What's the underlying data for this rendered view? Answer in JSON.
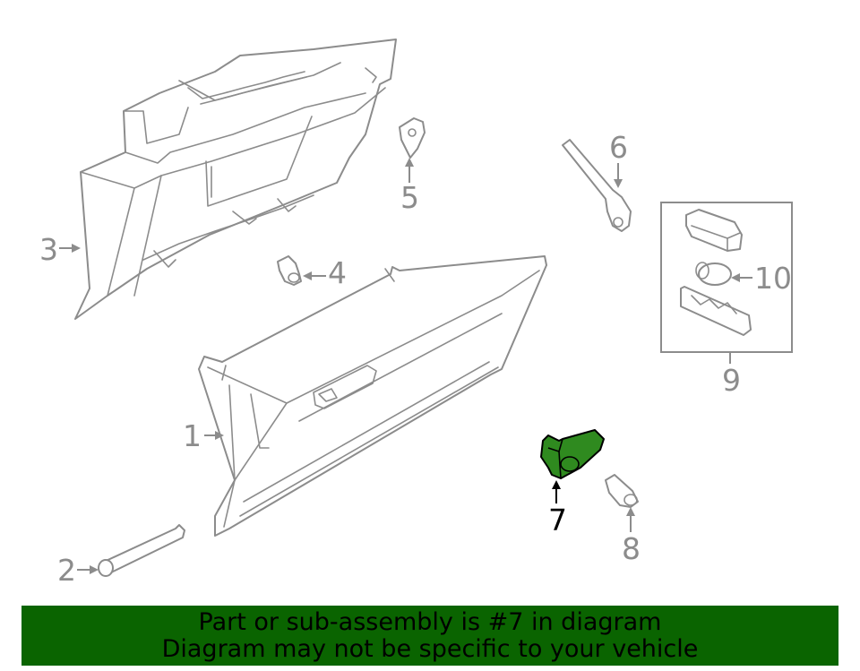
{
  "callouts": [
    "1",
    "2",
    "3",
    "4",
    "5",
    "6",
    "7",
    "8",
    "9",
    "10"
  ],
  "highlighted_callout": "7",
  "colors": {
    "line": "#8c8c8c",
    "highlight_fill": "#2f8a1f",
    "banner_bg": "#0a6400",
    "banner_text": "#000000"
  },
  "banner": {
    "line1": "Part or sub-assembly is #7 in diagram",
    "line2": "Diagram may not be specific to your vehicle"
  }
}
